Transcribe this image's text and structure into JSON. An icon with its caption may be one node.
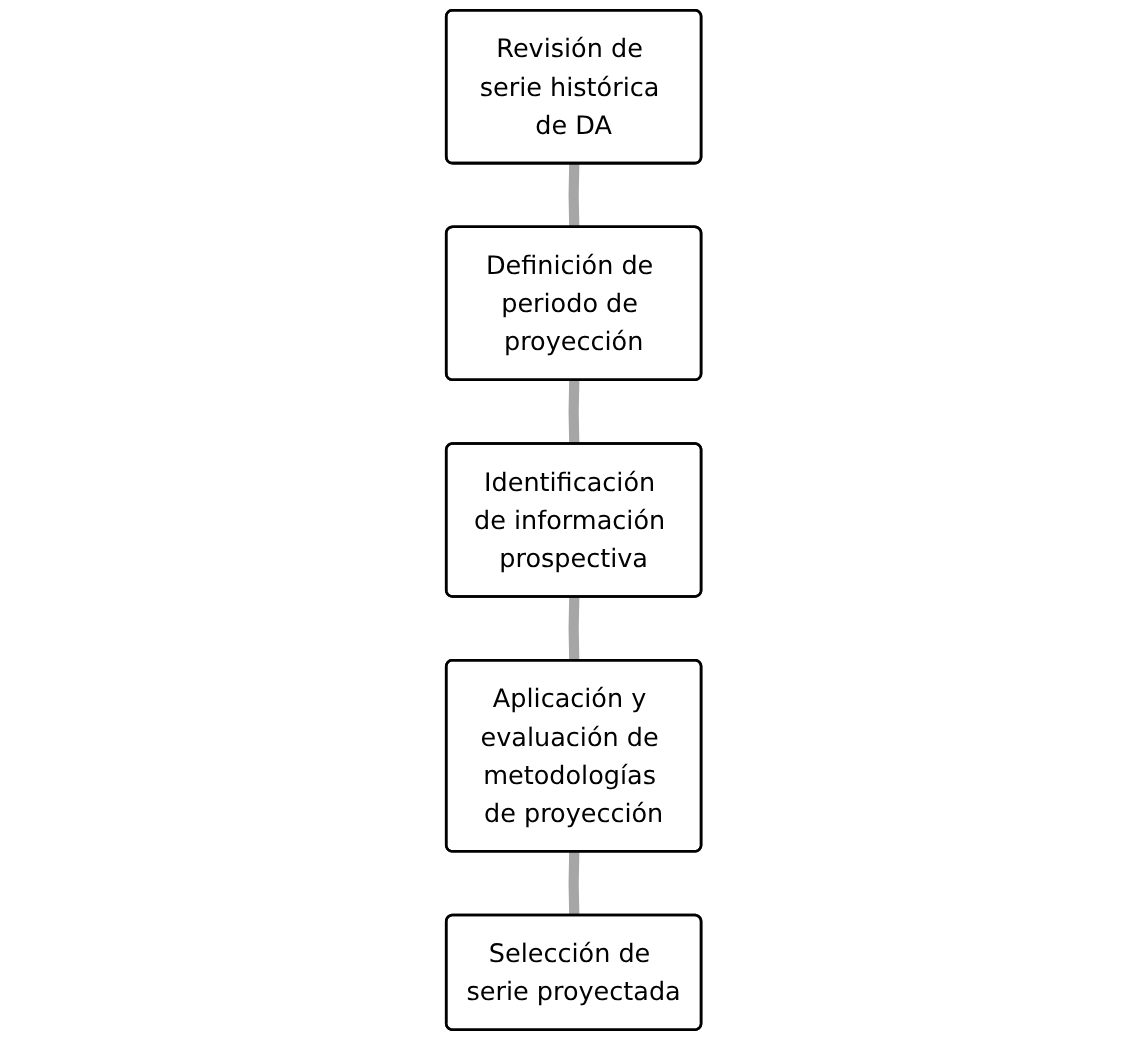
{
  "diagram": {
    "nodes": [
      {
        "text": [
          "Revisión de serie histórica de DA"
        ]
      },
      {
        "text": [
          "Definición de periodo de proyección"
        ]
      },
      {
        "text": [
          "Selección de serie proyectada"
        ]
      },
      {
        "text": [
          "Identificación de información prospectiva"
        ]
      },
      {
        "text": [
          "Aplicación y evaluación de metodologías de proyección"
        ]
      }
    ],
    "edges": [
      {
        "from": 0,
        "to": 1,
        "arrow": "none"
      },
      {
        "from": 1,
        "to": 3,
        "arrow": "none"
      },
      {
        "from": 3,
        "to": 4,
        "arrow": "none"
      },
      {
        "from": 4,
        "to": 2,
        "arrow": "none"
      }
    ]
  }
}
